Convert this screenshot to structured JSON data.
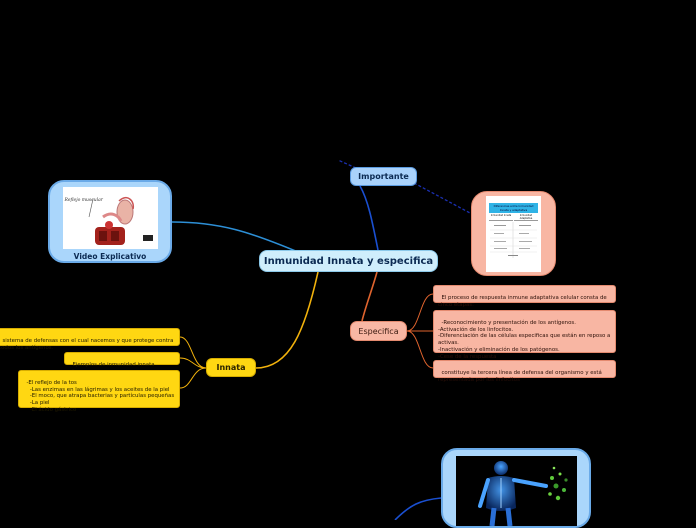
{
  "central": {
    "label": "Inmunidad Innata y especifica"
  },
  "branches": {
    "importante": {
      "label": "Importante"
    },
    "especifica": {
      "label": "Especifica"
    },
    "innata": {
      "label": "Innata"
    }
  },
  "video": {
    "label": "Video Explicativo",
    "thumb_caption": "Reflejo muscular"
  },
  "table_image": {
    "title": "Diferencias entre Inmunidad Innata y adaptativa",
    "col1": "Inmunidad Innata",
    "col2": "Inmunidad Adaptativa"
  },
  "especifica_notes": [
    "El proceso de respuesta inmune adaptativa celular consta de cinco etapas:",
    "-Reconocimiento y presentación de los antígenos.\n-Activación de los linfocitos.\n-Diferenciación de las células especificas que están en reposo a activas.\n-Inactivación y eliminación de los patógenos.\n-Cese de la respuesta",
    "constituye la tercera línea de defensa del organismo y está representada por los linfocitos"
  ],
  "innata_notes": [
    "sistema de defensas con el cual nacemos y que protege contra todos los antígenos.",
    "Ejemplos de inmunidad innata abarcan",
    "-El reflejo de la tos\n    -Las enzimas en las lágrimas y los aceites de la piel\n    -El moco, que atrapa bacterias y partículas pequeñas\n    -La piel\n    -El ácido gástrico"
  ],
  "colors": {
    "background": "#000000",
    "central_fill": "#cfeefc",
    "importante_fill": "#a9d2fb",
    "especifica_fill": "#f8b7a4",
    "innata_fill": "#ffd712",
    "link_blue": "#1e8fd6",
    "link_dark_blue": "#1a3fbf",
    "link_orange": "#e0642e",
    "link_yellow": "#f2b20c"
  }
}
